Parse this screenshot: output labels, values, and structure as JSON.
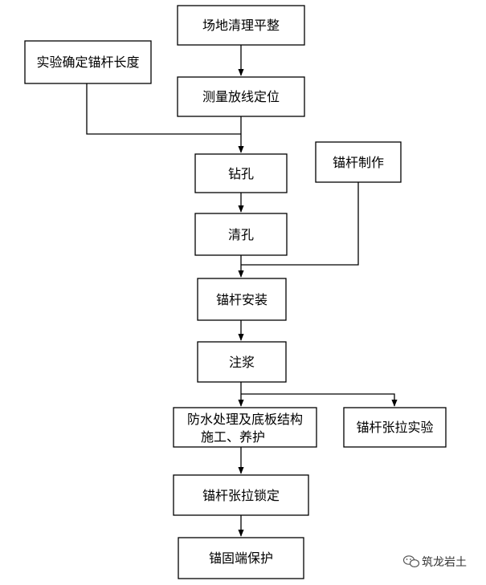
{
  "flowchart": {
    "nodes": {
      "site_leveling": "场地清理平整",
      "anchor_length_test": "实验确定锚杆长度",
      "survey_layout": "测量放线定位",
      "drilling": "钻孔",
      "anchor_fabrication": "锚杆制作",
      "hole_cleaning": "清孔",
      "anchor_install": "锚杆安装",
      "grouting": "注浆",
      "waterproof_line1": "防水处理及底板结构",
      "waterproof_line2": "施工、养护",
      "tension_test": "锚杆张拉实验",
      "tension_lock": "锚杆张拉锁定",
      "anchor_protect": "锚固端保护"
    }
  },
  "watermark": {
    "text": "筑龙岩土",
    "icon": "wechat-icon"
  }
}
